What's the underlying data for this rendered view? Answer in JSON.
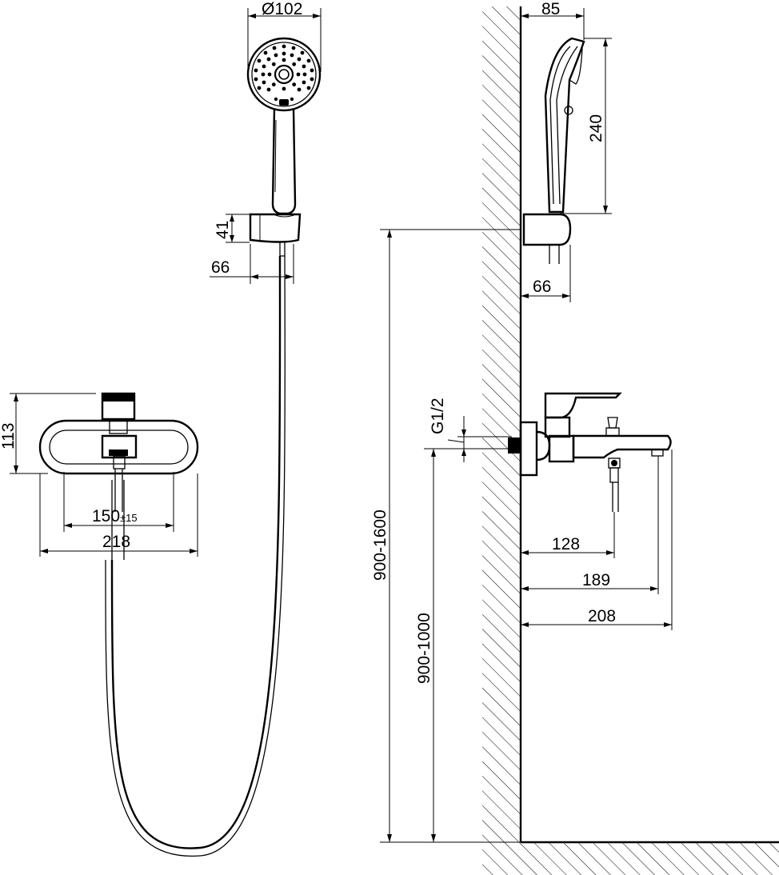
{
  "dimensions": {
    "head_diameter": "Ø102",
    "holder_height": "41",
    "holder_depth_front": "66",
    "mixer_height": "113",
    "center_distance": "150",
    "center_tolerance": "±15",
    "mixer_width": "218",
    "wall_to_head": "85",
    "handshower_length": "240",
    "holder_depth_side": "66",
    "inlet_thread": "G1/2",
    "holder_height_range": "900-1600",
    "mixer_height_range": "900-1000",
    "outlet_128": "128",
    "outlet_189": "189",
    "spout_208": "208"
  }
}
